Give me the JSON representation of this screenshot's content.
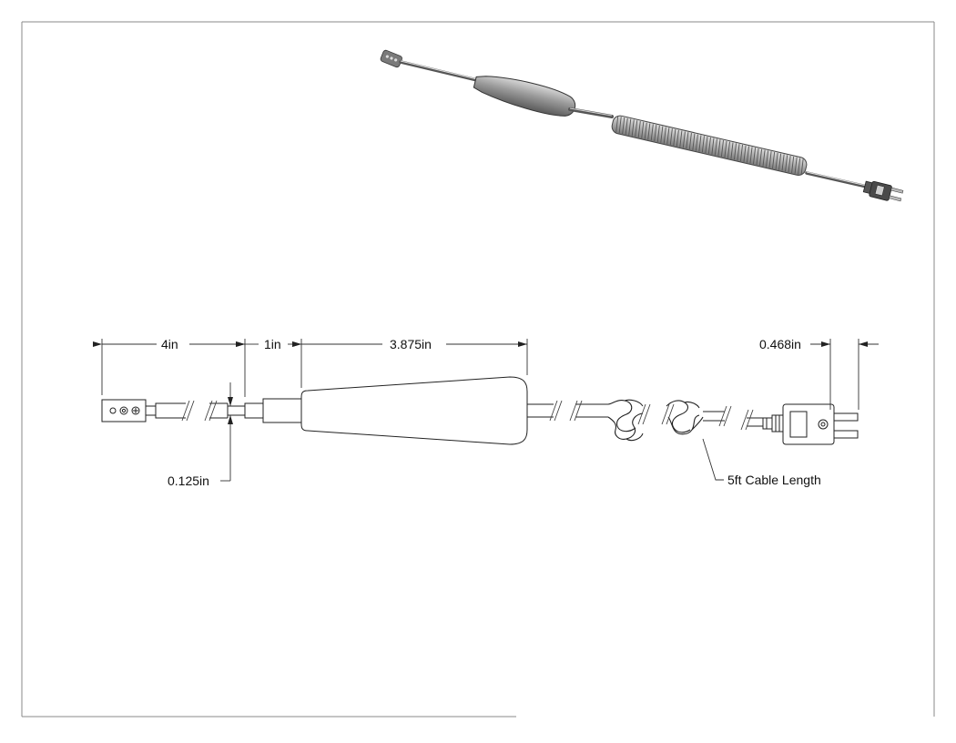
{
  "dimensions": {
    "probe_length": "4in",
    "transition_length": "1in",
    "handle_length": "3.875in",
    "probe_diameter": "0.125in",
    "connector_pin_spacing": "0.468in"
  },
  "callouts": {
    "cable": "5ft Cable Length"
  },
  "colors": {
    "line": "#222222",
    "dim_line": "#333333",
    "part_fill": "#ffffff",
    "iso_dark": "#6e6e6e",
    "iso_light": "#d4d4d4"
  }
}
